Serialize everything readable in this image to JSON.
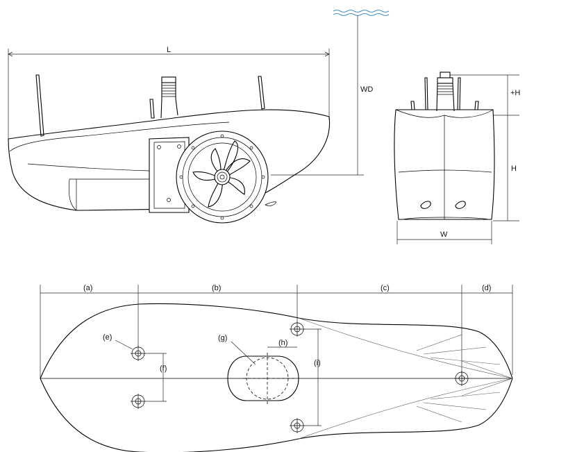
{
  "side_view": {
    "labels": {
      "length": "L",
      "water_depth": "WD"
    }
  },
  "end_view": {
    "labels": {
      "plus_height": "+H",
      "height": "H",
      "width": "W"
    }
  },
  "plan_view": {
    "labels": {
      "a": "(a)",
      "b": "(b)",
      "c": "(c)",
      "d": "(d)",
      "e": "(e)",
      "f": "(f)",
      "g": "(g)",
      "h": "(h)",
      "i": "(i)"
    }
  }
}
